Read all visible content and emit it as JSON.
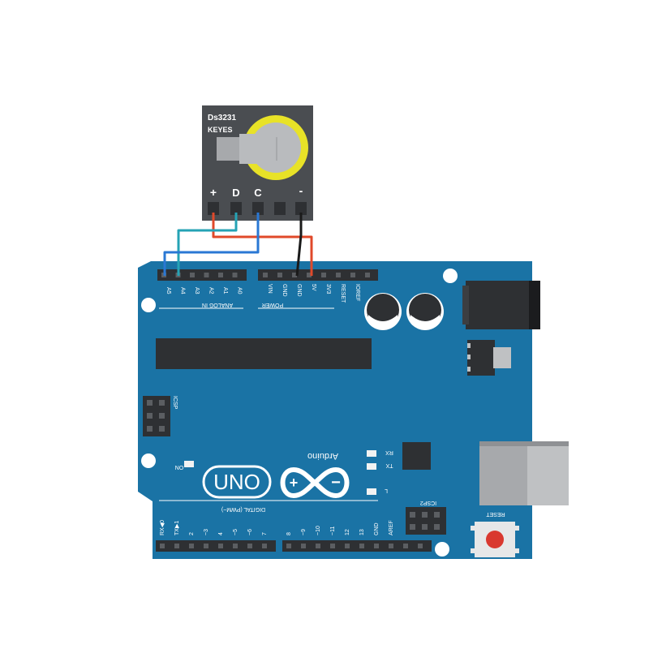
{
  "module": {
    "name": "Ds3231",
    "brand": "KEYES",
    "pins": [
      "+",
      "D",
      "C",
      "-"
    ],
    "body_color": "#4a4d51",
    "battery_color": "#e8e227"
  },
  "board": {
    "color": "#1a73a5",
    "dark": "#0f5d88",
    "header_groups": {
      "analog": "ANALOG IN",
      "power": "POWER"
    },
    "analog_pins": [
      "A5",
      "A4",
      "A3",
      "A2",
      "A1",
      "A0"
    ],
    "power_pins": [
      "VIN",
      "GND",
      "GND",
      "5V",
      "3V3",
      "RESET",
      "IOREF"
    ],
    "digital_pins_low": [
      "RX◀0",
      "TX▶1",
      "2",
      "~3",
      "4",
      "~5",
      "~6",
      "7"
    ],
    "digital_pins_high": [
      "8",
      "~9",
      "~10",
      "~11",
      "12",
      "13",
      "GND",
      "AREF"
    ],
    "digital_caption": "DIGITAL (PWM~)",
    "logo_text": "UNO",
    "brand_text": "Arduino",
    "icsp_label": "ICSP",
    "icsp2_label": "ICSP2",
    "on_label": "ON",
    "led_rx": "RX",
    "led_tx": "TX",
    "led_l": "L",
    "reset_label": "RESET"
  },
  "wires": [
    {
      "from": "+",
      "to": "5V",
      "color": "#e0492a"
    },
    {
      "from": "D",
      "to": "A4",
      "color": "#25a3b5"
    },
    {
      "from": "C",
      "to": "A5",
      "color": "#2a78d4"
    },
    {
      "from": "-",
      "to": "GND",
      "color": "#1a1a1a"
    }
  ]
}
